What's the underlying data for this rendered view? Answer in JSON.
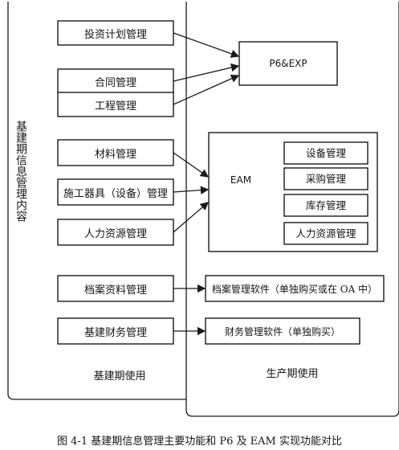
{
  "left_region": {
    "vertical_label": "基建期信息管理内容",
    "footer_label": "基建期使用"
  },
  "right_region": {
    "footer_label": "生产期使用"
  },
  "modules": [
    {
      "label": "投资计划管理"
    },
    {
      "label": "合同管理"
    },
    {
      "label": "工程管理"
    },
    {
      "label": "材料管理"
    },
    {
      "label": "施工器具（设备）管理"
    },
    {
      "label": "人力资源管理"
    },
    {
      "label": "档案资料管理"
    },
    {
      "label": "基建财务管理"
    }
  ],
  "systems": {
    "p6": "P6&EXP",
    "eam": "EAM",
    "eam_modules": [
      {
        "label": "设备管理"
      },
      {
        "label": "采购管理"
      },
      {
        "label": "库存管理"
      },
      {
        "label": "人力资源管理"
      }
    ],
    "archive_software": "档案管理软件（单独购买或在 OA 中）",
    "finance_software": "财务管理软件（单独购买）"
  },
  "caption": "图 4-1 基建期信息管理主要功能和 P6 及 EAM 实现功能对比",
  "colors": {
    "line": "#1a1a1a",
    "background": "#ffffff"
  }
}
